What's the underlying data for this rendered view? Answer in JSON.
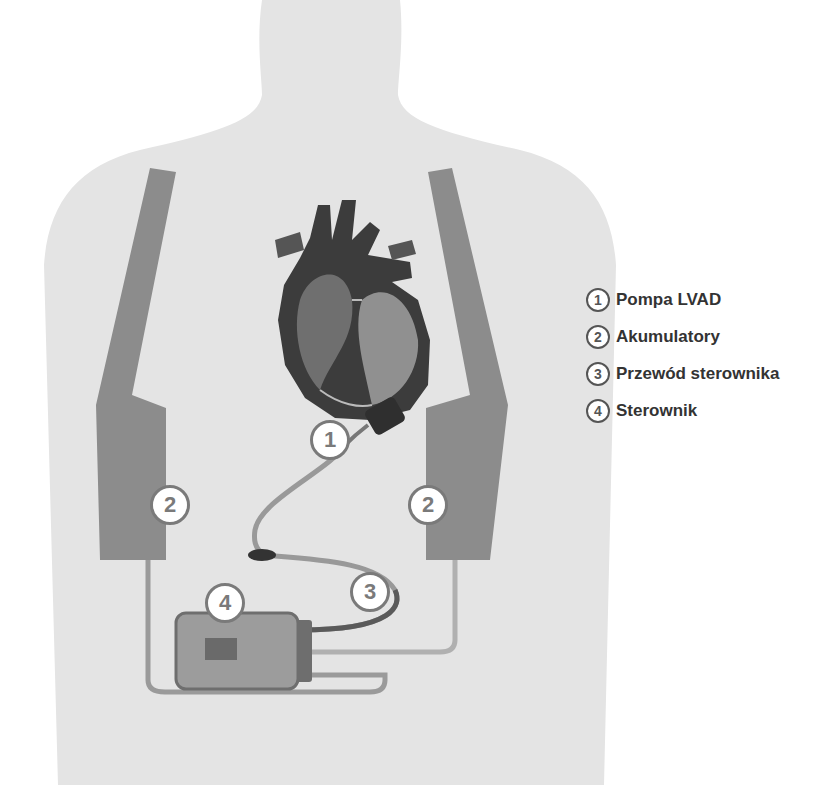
{
  "diagram": {
    "nodes": [
      {
        "text": [
          "1"
        ]
      },
      {
        "text": [
          "2"
        ]
      },
      {
        "text": [
          "2"
        ]
      },
      {
        "text": [
          "4"
        ]
      },
      {
        "text": [
          "3"
        ]
      },
      {
        "text": [
          "1"
        ]
      },
      {
        "text": [
          "2"
        ]
      },
      {
        "text": [
          "3"
        ]
      },
      {
        "text": [
          "4"
        ]
      }
    ],
    "labels": [
      "Pompa LVAD",
      "Akumulatory",
      "Przewód sterownika",
      "Sterownik"
    ]
  }
}
